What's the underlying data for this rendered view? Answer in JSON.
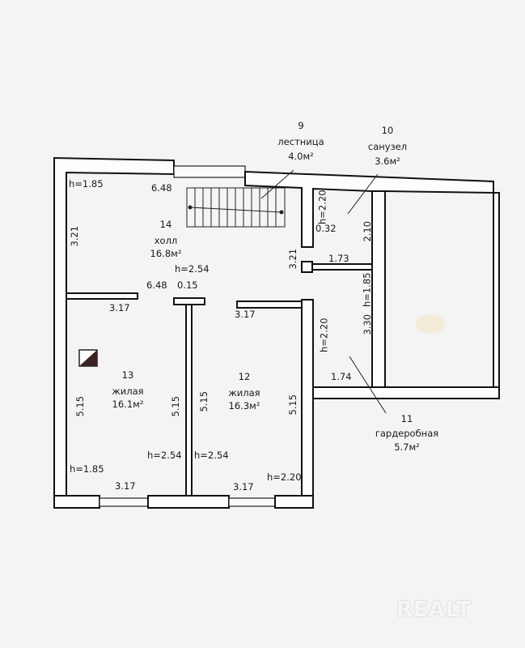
{
  "rooms": [
    {
      "number": "9",
      "name": "лестница",
      "area": "4.0м²"
    },
    {
      "number": "10",
      "name": "санузел",
      "area": "3.6м²"
    },
    {
      "number": "11",
      "name": "гардеробная",
      "area": "5.7м²"
    },
    {
      "number": "12",
      "name": "жилая",
      "area": "16.3м²"
    },
    {
      "number": "13",
      "name": "жилая",
      "area": "16.1м²"
    },
    {
      "number": "14",
      "name": "холл",
      "area": "16.8м²"
    }
  ],
  "dimensions": {
    "h_185_tl": "h=1.85",
    "d648_top": "6.48",
    "d321_left": "3.21",
    "h254_hall": "h=2.54",
    "d648_mid": "6.48",
    "d015": "0.15",
    "h220_bath": "h=2.20",
    "d032": "0.32",
    "d210": "2.10",
    "d321_mid": "3.21",
    "d173": "1.73",
    "h185_right": "h=1.85",
    "d330": "3.30",
    "d317_a": "3.17",
    "d317_b": "3.17",
    "h220_r": "h=2.20",
    "d174": "1.74",
    "d515_a": "5.15",
    "d515_b": "5.15",
    "d515_c": "5.15",
    "d515_d": "5.15",
    "h254_a": "h=2.54",
    "h254_b": "h=2.54",
    "h185_bl": "h=1.85",
    "d317_c": "3.17",
    "d317_d": "3.17",
    "h220_br": "h=2.20"
  },
  "watermark": "REALT"
}
